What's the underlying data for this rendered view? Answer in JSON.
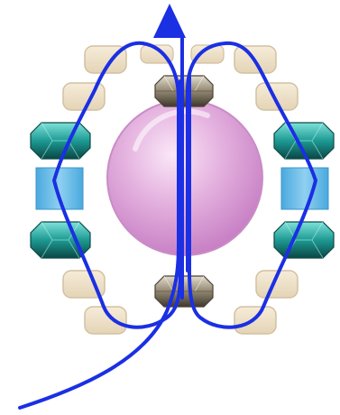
{
  "diagram": {
    "kind": "beading-thread-path",
    "colors": {
      "background": "#ffffff",
      "seed_bead_fill": "#ede0c8",
      "seed_bead_stroke": "#d7c7a8",
      "crystal_gray_top": "#d8d2c4",
      "crystal_gray_mid": "#8a7f6a",
      "crystal_gray_dark": "#3f382c",
      "crystal_teal_top": "#69d8d0",
      "crystal_teal_mid": "#1fa39c",
      "crystal_teal_dark": "#0b4c4a",
      "cube_blue_light": "#a8d9f1",
      "cube_blue": "#59b6e6",
      "cabochon_light": "#f7d8f2",
      "cabochon_mid": "#dca2d8",
      "cabochon_dark": "#c37ac0",
      "thread": "#1b2fe3"
    },
    "components": {
      "center_cabochon": {
        "name": "cabochon",
        "count": 1
      },
      "seed_beads": {
        "name": "seed-bead",
        "count": 10
      },
      "gray_crystals": {
        "name": "bicone-crystal-gray",
        "count": 2
      },
      "teal_crystals": {
        "name": "bicone-crystal-teal",
        "count": 4
      },
      "blue_cubes": {
        "name": "cube-bead-blue",
        "count": 2
      }
    },
    "thread_arrow": {
      "name": "arrow-up-icon",
      "direction": "up"
    }
  }
}
